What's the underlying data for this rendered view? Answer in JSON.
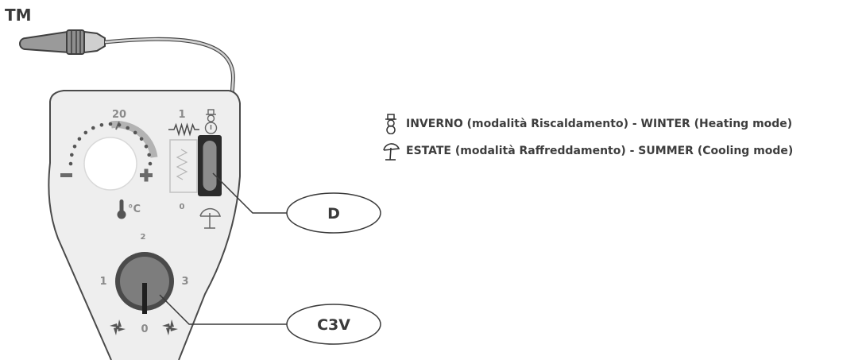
{
  "labels": {
    "probe": "TM",
    "switch": "D",
    "speed_selector": "C3V"
  },
  "thermostat": {
    "dial_value": "20",
    "temp_unit": "°C",
    "minus_symbol": "−",
    "plus_symbol": "+"
  },
  "mode_switch": {
    "top_position": "1",
    "bottom_position": "0"
  },
  "fan_knob": {
    "pos_0": "0",
    "pos_1": "1",
    "pos_2": "2",
    "pos_3": "3"
  },
  "legend": [
    {
      "icon": "snowman-icon",
      "text": "INVERNO (modalità Riscaldamento) - WINTER (Heating mode)"
    },
    {
      "icon": "umbrella-icon",
      "text": "ESTATE (modalità Raffreddamento) - SUMMER (Cooling mode)"
    }
  ],
  "colors": {
    "panel": "#eeeeee",
    "outline": "#4a4a4a",
    "knob": "#7d7d7d",
    "slider": "#8c8c8c",
    "arc_active": "#b3b3b3"
  }
}
